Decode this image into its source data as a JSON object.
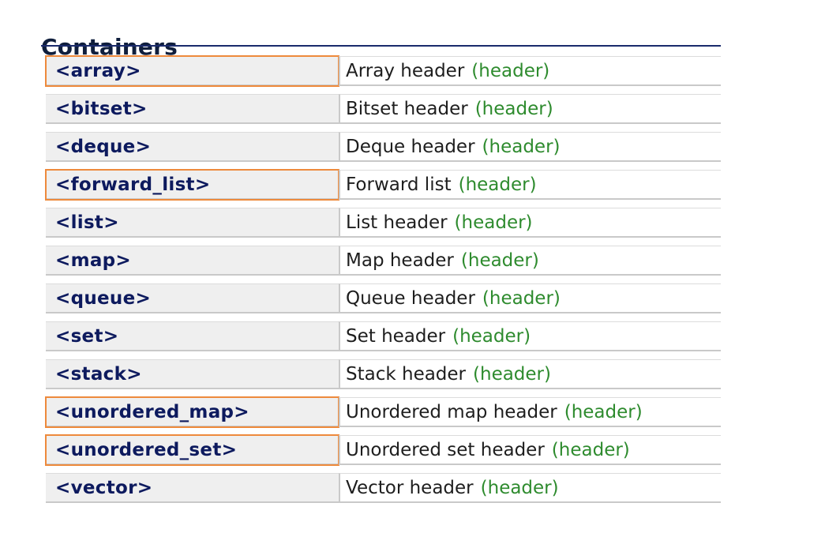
{
  "section": {
    "title": "Containers"
  },
  "highlight_color": "#ee8a3c",
  "tag_color": "#2e8b2e",
  "rows": [
    {
      "name": "<array>",
      "desc": "Array header",
      "tag": "(header)",
      "highlighted": true
    },
    {
      "name": "<bitset>",
      "desc": "Bitset header",
      "tag": "(header)",
      "highlighted": false
    },
    {
      "name": "<deque>",
      "desc": "Deque header",
      "tag": "(header)",
      "highlighted": false
    },
    {
      "name": "<forward_list>",
      "desc": "Forward list",
      "tag": "(header)",
      "highlighted": true
    },
    {
      "name": "<list>",
      "desc": "List header",
      "tag": "(header)",
      "highlighted": false
    },
    {
      "name": "<map>",
      "desc": "Map header",
      "tag": "(header)",
      "highlighted": false
    },
    {
      "name": "<queue>",
      "desc": "Queue header",
      "tag": "(header)",
      "highlighted": false
    },
    {
      "name": "<set>",
      "desc": "Set header",
      "tag": "(header)",
      "highlighted": false
    },
    {
      "name": "<stack>",
      "desc": "Stack header",
      "tag": "(header)",
      "highlighted": false
    },
    {
      "name": "<unordered_map>",
      "desc": "Unordered map header",
      "tag": "(header)",
      "highlighted": true
    },
    {
      "name": "<unordered_set>",
      "desc": "Unordered set header",
      "tag": "(header)",
      "highlighted": true
    },
    {
      "name": "<vector>",
      "desc": "Vector header",
      "tag": "(header)",
      "highlighted": false
    }
  ]
}
